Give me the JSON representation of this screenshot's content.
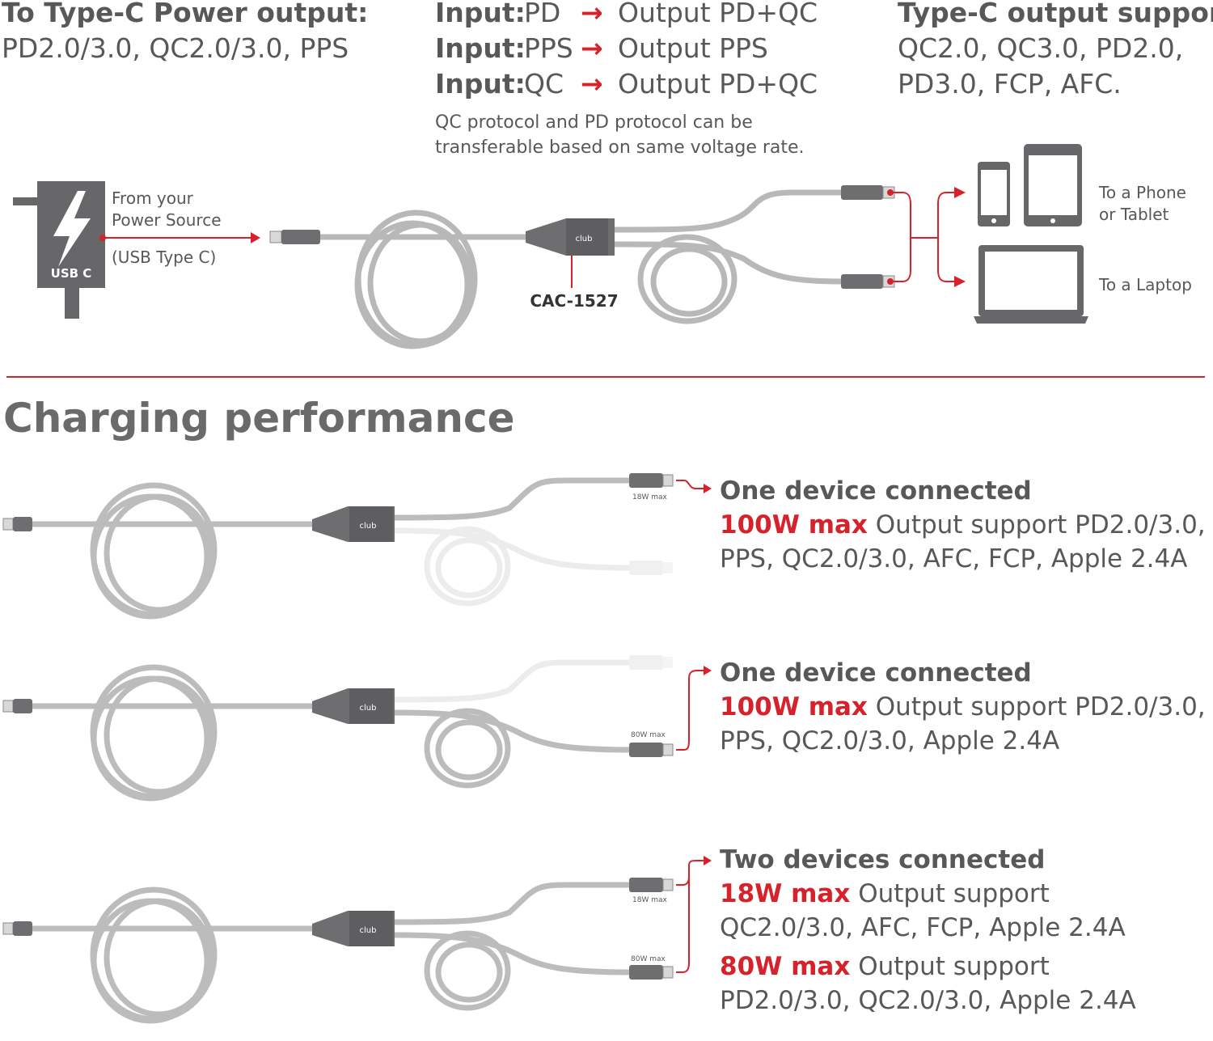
{
  "top": {
    "left": {
      "title": "To Type-C Power output:",
      "value": "PD2.0/3.0, QC2.0/3.0, PPS"
    },
    "middle": {
      "rows": [
        {
          "label": "Input:",
          "input": "PD",
          "output": "Output PD+QC"
        },
        {
          "label": "Input:",
          "input": "PPS",
          "output": "Output PPS"
        },
        {
          "label": "Input:",
          "input": "QC",
          "output": "Output PD+QC"
        }
      ],
      "arrow": "→",
      "note_line1": "QC protocol and PD protocol can be",
      "note_line2": "transferable based on same voltage rate."
    },
    "right": {
      "title": "Type-C output support:",
      "line1": "QC2.0, QC3.0, PD2.0,",
      "line2": "PD3.0, FCP, AFC."
    }
  },
  "diagram": {
    "charger_label": "USB C",
    "source_line1": "From your",
    "source_line2": "Power Source",
    "source_type": "(USB Type C)",
    "model": "CAC-1527",
    "phone_label_line1": "To a Phone",
    "phone_label_line2": "or Tablet",
    "laptop_label": "To a Laptop",
    "brand": "club"
  },
  "performance": {
    "title": "Charging performance",
    "scenarios": [
      {
        "heading": "One device connected",
        "port_label_top": "18W max",
        "port_label_bottom": "",
        "lines": [
          {
            "highlight": "100W max",
            "text": " Output support PD2.0/3.0,"
          },
          {
            "highlight": "",
            "text": "PPS, QC2.0/3.0, AFC, FCP, Apple 2.4A"
          }
        ]
      },
      {
        "heading": "One device connected",
        "port_label_top": "",
        "port_label_bottom": "80W max",
        "lines": [
          {
            "highlight": "100W max",
            "text": " Output support PD2.0/3.0,"
          },
          {
            "highlight": "",
            "text": "PPS, QC2.0/3.0, Apple 2.4A"
          }
        ]
      },
      {
        "heading": "Two devices connected",
        "port_label_top": "18W max",
        "port_label_bottom": "80W max",
        "lines": [
          {
            "highlight": "18W max",
            "text": " Output support"
          },
          {
            "highlight": "",
            "text": "QC2.0/3.0, AFC, FCP, Apple 2.4A"
          },
          {
            "highlight": "80W max",
            "text": " Output support"
          },
          {
            "highlight": "",
            "text": "PD2.0/3.0, QC2.0/3.0, Apple 2.4A"
          }
        ]
      }
    ]
  },
  "colors": {
    "accent": "#d6222a",
    "text": "#58585a",
    "cable": "#b4b4b4",
    "device": "#67676a"
  }
}
